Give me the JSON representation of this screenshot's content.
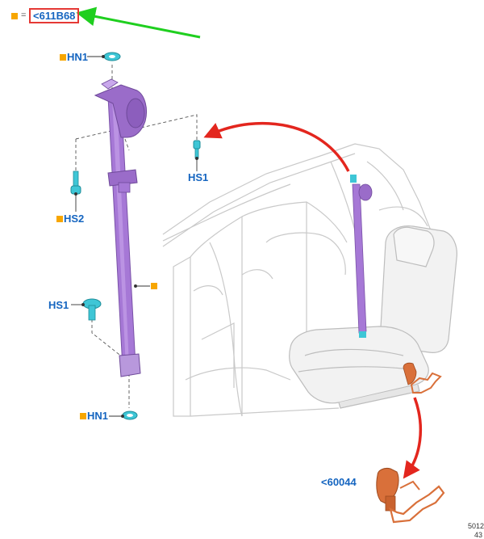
{
  "legend": {
    "equals": "=",
    "reference": "<611B68"
  },
  "labels": {
    "hn1_top": "HN1",
    "hs1_right": "HS1",
    "hs2": "HS2",
    "hs1_left": "HS1",
    "hn1_bottom": "HN1",
    "buckle_ref": "<60044"
  },
  "drawing_code": "5012",
  "drawing_code_sub": "43",
  "colors": {
    "label_blue": "#1565c0",
    "marker_orange": "#f7a600",
    "belt_purple": "#a678d6",
    "fastener_cyan": "#3ec6d6",
    "buckle_orange": "#d9703a",
    "arrow_green": "#1fcf1f",
    "arrow_red": "#e3261e",
    "box_red": "#e53935"
  },
  "icons": [
    "orange-square-marker",
    "green-arrow",
    "red-curved-arrow",
    "seat-belt-retractor",
    "seat-belt-buckle",
    "bolt",
    "nut"
  ]
}
